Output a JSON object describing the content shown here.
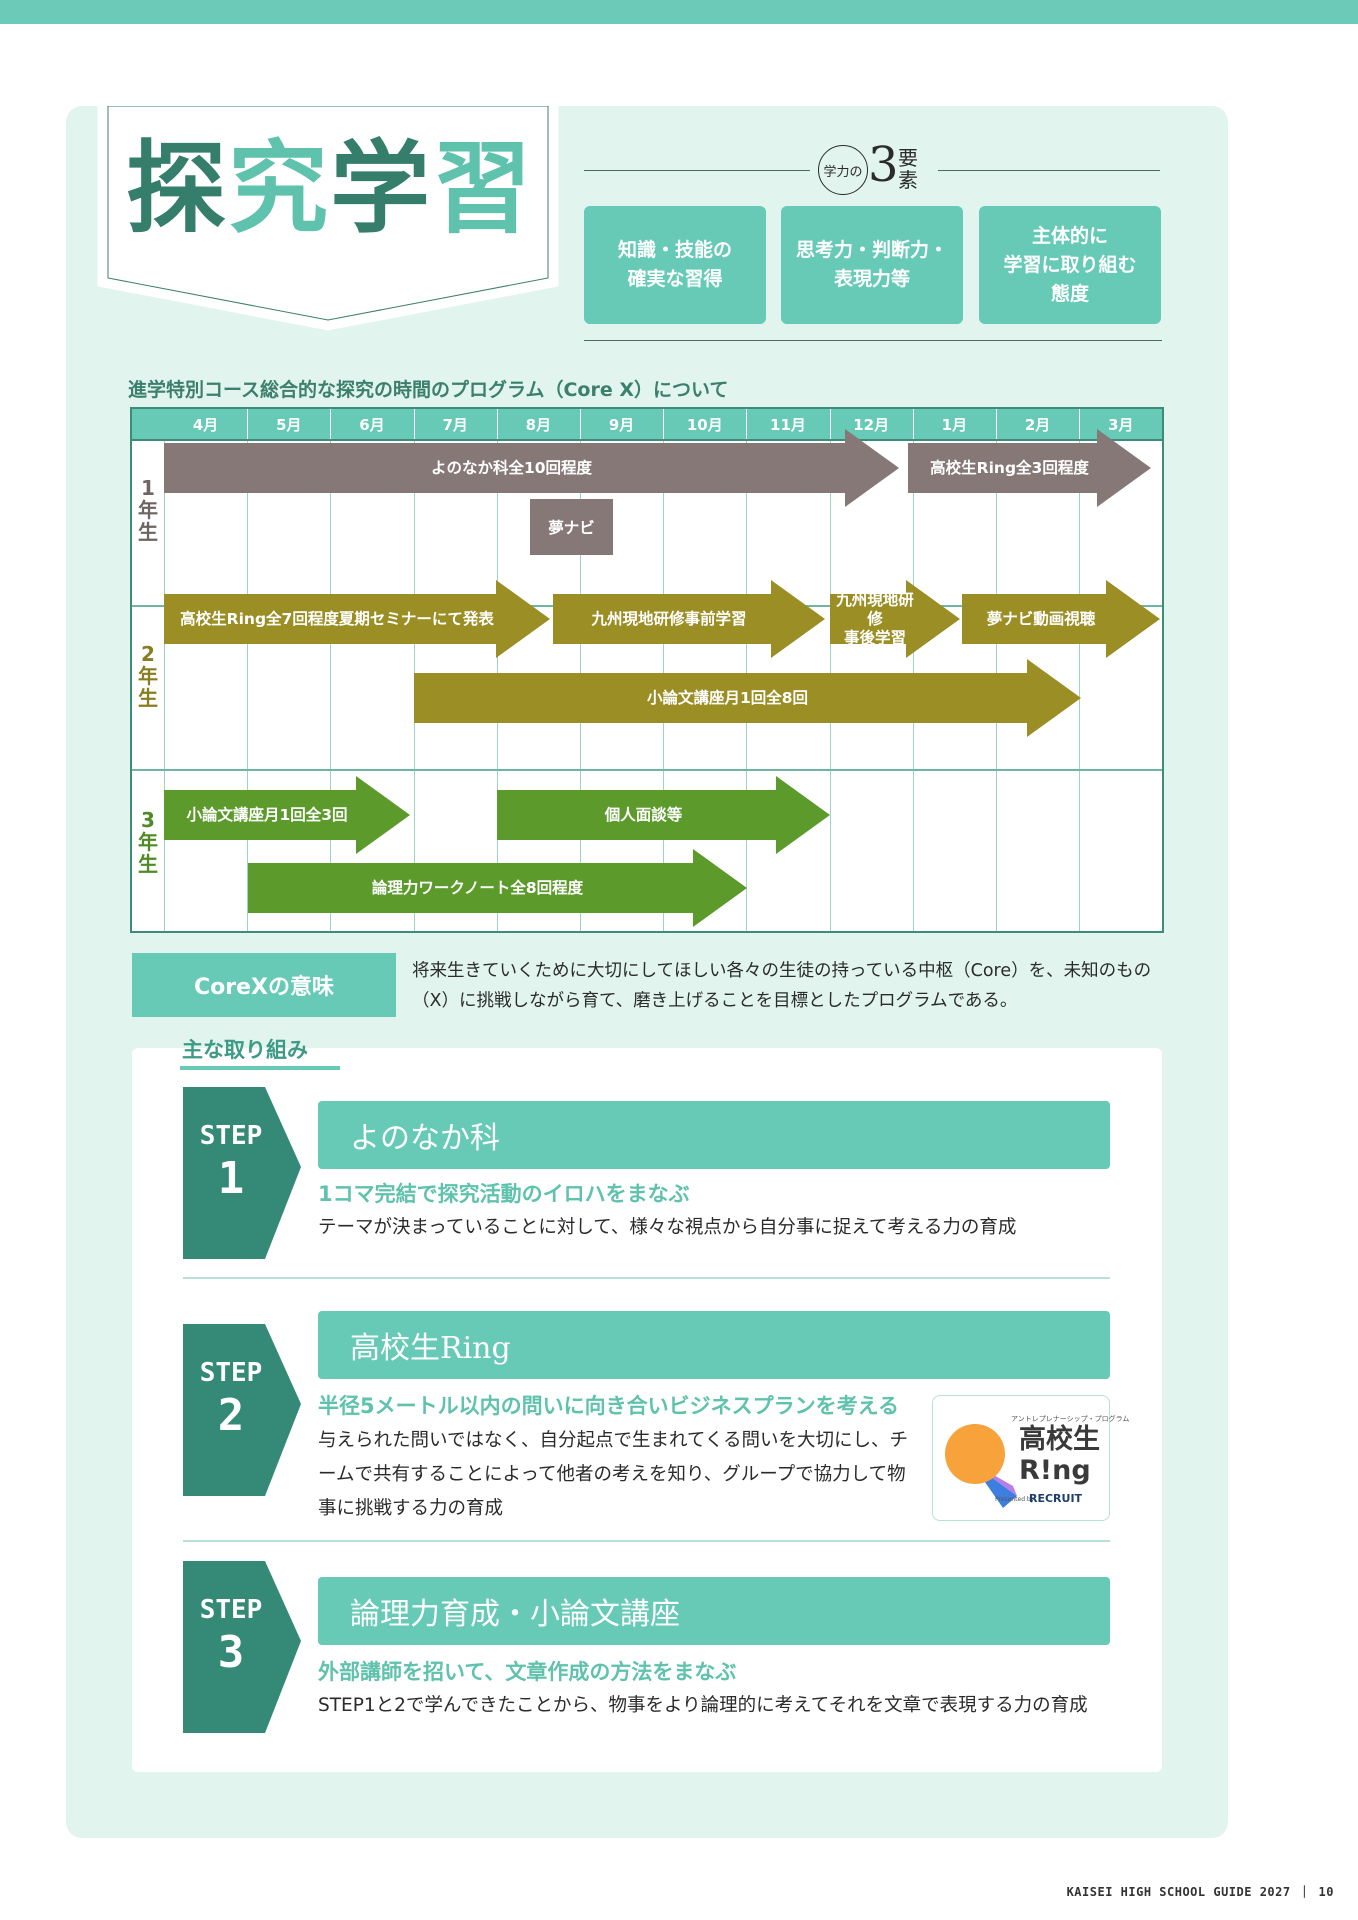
{
  "title": {
    "part1": "探",
    "part2": "究",
    "part3": "学",
    "part4": "習"
  },
  "three_elements": {
    "badge_circle": "学力の",
    "badge_number": "3",
    "badge_suffix": "要素",
    "items": [
      "知識・技能の\n確実な習得",
      "思考力・判断力・\n表現力等",
      "主体的に\n学習に取り組む\n態度"
    ]
  },
  "program_title": "進学特別コース総合的な探究の時間のプログラム（Core X）について",
  "schedule": {
    "months": [
      "4月",
      "5月",
      "6月",
      "7月",
      "8月",
      "9月",
      "10月",
      "11月",
      "12月",
      "1月",
      "2月",
      "3月"
    ],
    "years": [
      "1\n年\n生",
      "2\n年\n生",
      "3\n年\n生"
    ],
    "items": [
      "よのなか科全10回程度",
      "高校生Ring全3回程度",
      "夢ナビ",
      "高校生Ring全7回程度夏期セミナーにて発表",
      "九州現地研修事前学習",
      "九州現地研修\n事後学習",
      "夢ナビ動画視聴",
      "小論文講座月1回全8回",
      "小論文講座月1回全3回",
      "個人面談等",
      "論理力ワークノート全8回程度"
    ],
    "colors": {
      "year1": "#857876",
      "year2": "#9b8e24",
      "year3": "#5c9a2c"
    }
  },
  "corex": {
    "label": "CoreXの意味",
    "text": "将来生きていくために大切にしてほしい各々の生徒の持っている中枢（Core）を、未知のもの（X）に挑戦しながら育て、磨き上げることを目標としたプログラムである。"
  },
  "efforts": {
    "title": "主な取り組み",
    "steps": [
      {
        "step": "STEP",
        "num": "1",
        "name": "よのなか科",
        "sub": "1コマ完結で探究活動のイロハをまなぶ",
        "desc": "テーマが決まっていることに対して、様々な視点から自分事に捉えて考える力の育成"
      },
      {
        "step": "STEP",
        "num": "2",
        "name": "高校生Ring",
        "sub": "半径5メートル以内の問いに向き合いビジネスプランを考える",
        "desc": "与えられた問いではなく、自分起点で生まれてくる問いを大切にし、チームで共有することによって他者の考えを知り、グループで協力して物事に挑戦する力の育成"
      },
      {
        "step": "STEP",
        "num": "3",
        "name": "論理力育成・小論文講座",
        "sub": "外部講師を招いて、文章作成の方法をまなぶ",
        "desc": "STEP1と2で学んできたことから、物事をより論理的に考えてそれを文章で表現する力の育成"
      }
    ]
  },
  "ring_logo": {
    "small": "アントレプレナーシップ・プログラム",
    "big": "高校生\nR!ng",
    "presented": "Presented by",
    "recruit": "RECRUIT"
  },
  "footer": "KAISEI HIGH SCHOOL GUIDE 2027 ｜ 10"
}
